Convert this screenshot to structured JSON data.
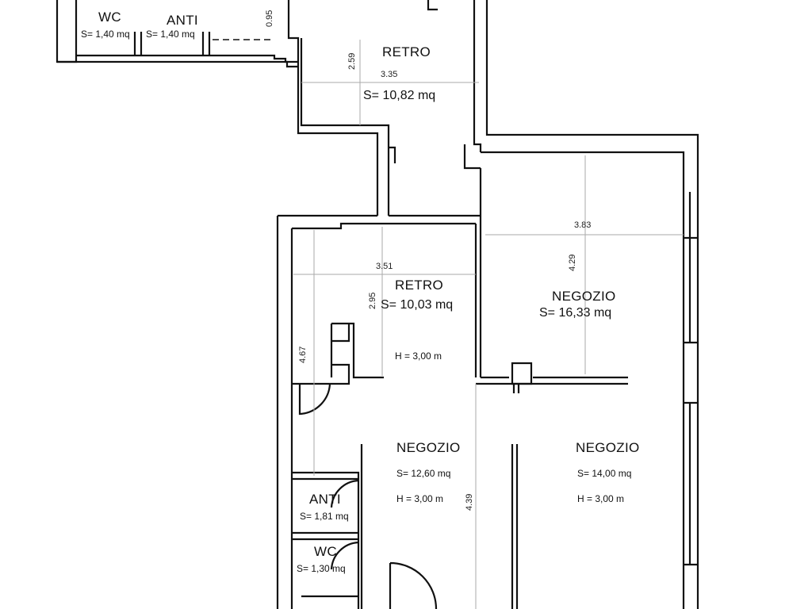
{
  "rooms": {
    "wc_top": {
      "name": "WC",
      "area": "S= 1,40 mq"
    },
    "anti_top": {
      "name": "ANTI",
      "area": "S= 1,40 mq"
    },
    "retro_top": {
      "name": "RETRO",
      "area": "S= 10,82 mq"
    },
    "retro_mid": {
      "name": "RETRO",
      "area": "S= 10,03 mq",
      "height": "H = 3,00 m"
    },
    "negozio_right_top": {
      "name": "NEGOZIO",
      "area": "S= 16,33 mq"
    },
    "negozio_left": {
      "name": "NEGOZIO",
      "area": "S= 12,60 mq",
      "height": "H = 3,00 m"
    },
    "negozio_right": {
      "name": "NEGOZIO",
      "area": "S= 14,00 mq",
      "height": "H = 3,00 m"
    },
    "anti_bottom": {
      "name": "ANTI",
      "area": "S= 1,81 mq"
    },
    "wc_bottom": {
      "name": "WC",
      "area": "S= 1,30 mq"
    }
  },
  "dimensions": {
    "d095": "0.95",
    "d259": "2.59",
    "d335": "3.35",
    "d383": "3.83",
    "d429": "4.29",
    "d351": "3.51",
    "d295": "2.95",
    "d467": "4.67",
    "d439": "4.39"
  }
}
